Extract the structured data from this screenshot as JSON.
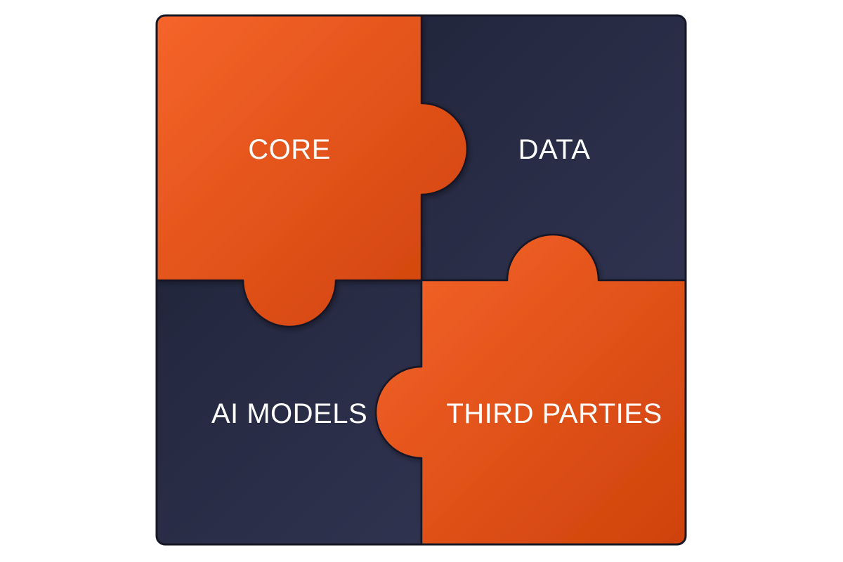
{
  "diagram": {
    "pieces": {
      "core": {
        "label": "CORE"
      },
      "data": {
        "label": "DATA"
      },
      "ai_models": {
        "label": "AI MODELS"
      },
      "third_parties": {
        "label": "THIRD PARTIES"
      }
    },
    "colors": {
      "orange_light": "#F5642A",
      "orange_dark": "#CF420B",
      "navy_light": "#22263D",
      "navy_dark": "#2F334F",
      "outline": "#161826"
    }
  }
}
